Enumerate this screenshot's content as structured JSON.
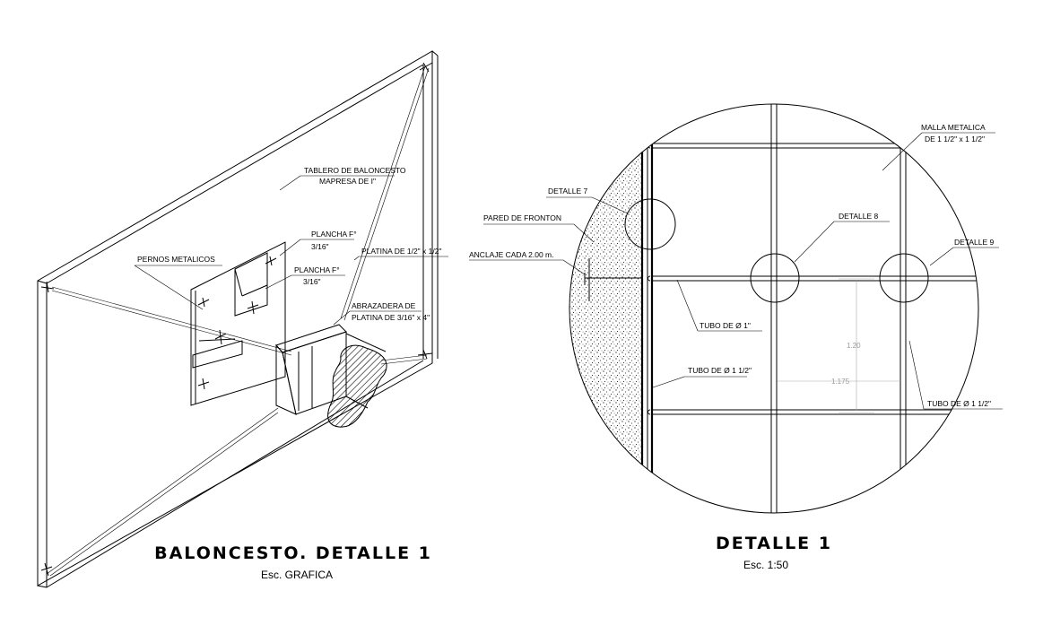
{
  "left_drawing": {
    "title": "BALONCESTO. DETALLE 1",
    "scale": "Esc. GRAFICA",
    "labels": {
      "board_line1": "TABLERO DE BALONCESTO",
      "board_line2": "MAPRESA DE I\"",
      "plancha1_line1": "PLANCHA F°",
      "plancha1_line2": "3/16\"",
      "platina": "PLATINA DE 1/2\" x 1/2\"",
      "pernos": "PERNOS METALICOS",
      "plancha2_line1": "PLANCHA F°",
      "plancha2_line2": "3/16\"",
      "abrazadera_line1": "ABRAZADERA DE",
      "abrazadera_line2": "PLATINA DE 3/16\" x 4\""
    }
  },
  "right_drawing": {
    "title": "DETALLE 1",
    "scale": "Esc. 1:50",
    "labels": {
      "malla_line1": "MALLA METALICA",
      "malla_line2": "DE 1 1/2\" x 1 1/2\"",
      "detalle7": "DETALLE 7",
      "detalle8": "DETALLE 8",
      "detalle9": "DETALLE 9",
      "pared": "PARED DE FRONTON",
      "anclaje": "ANCLAJE CADA 2.00 m.",
      "tubo1": "TUBO DE  Ø 1\"",
      "tubo15a": "TUBO DE  Ø 1 1/2\"",
      "tubo15b": "TUBO DE  Ø 1 1/2\""
    },
    "dimensions": {
      "vertical": "1.20",
      "horizontal": "1.175"
    }
  }
}
